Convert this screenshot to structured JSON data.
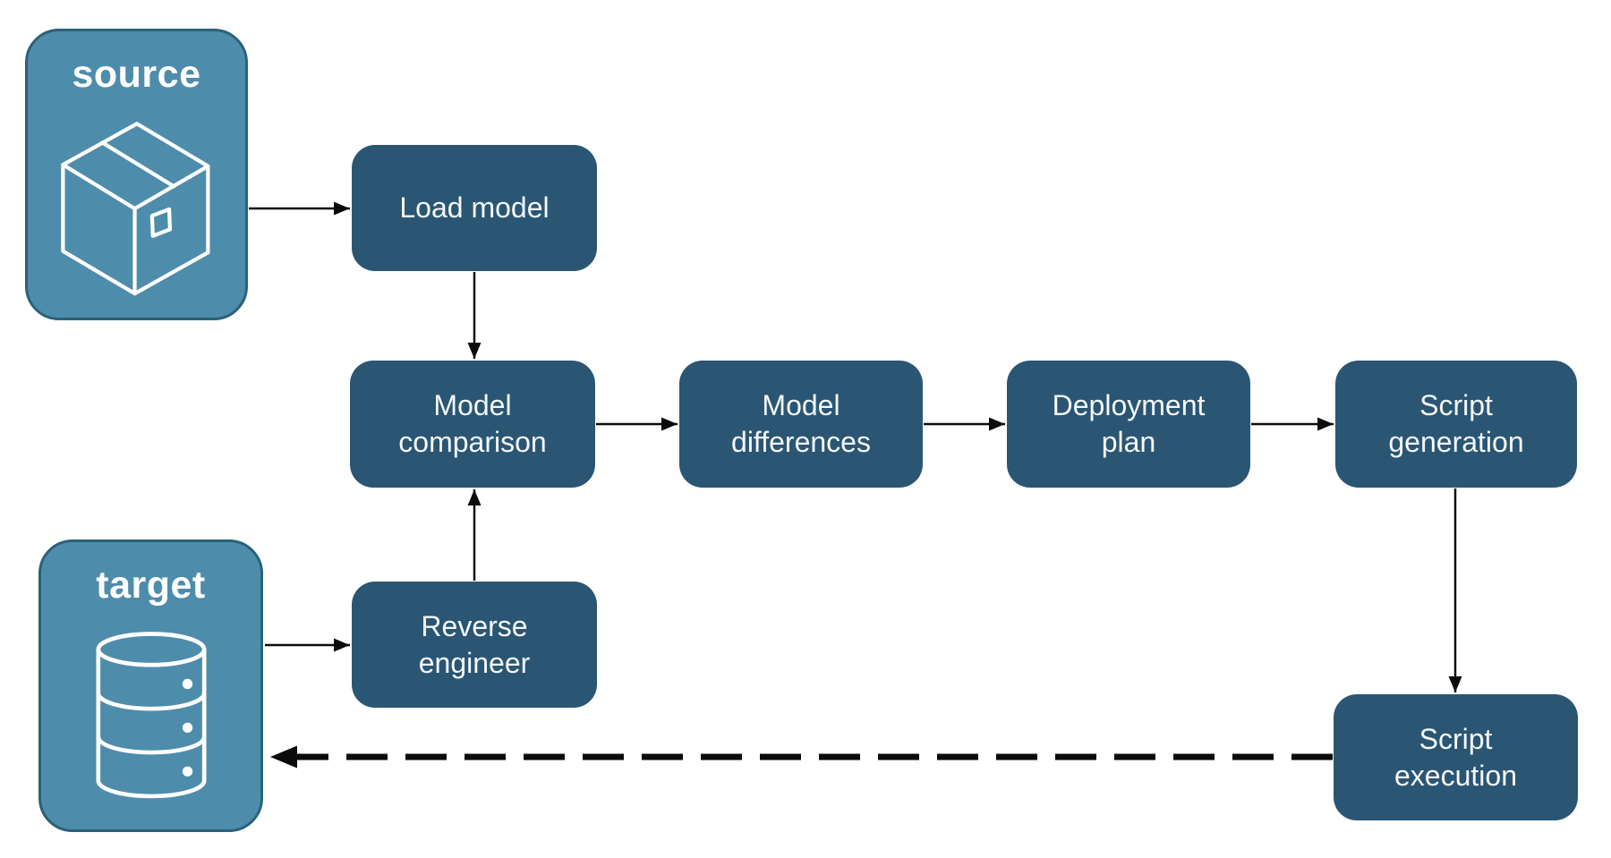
{
  "diagram": {
    "colors": {
      "background": "#FFFFFF",
      "container_fill": "#4E8CAB",
      "container_border": "#2B617A",
      "node_fill": "#2A5674",
      "label_text": "#FFFFFF",
      "connector": "#0B0B0B"
    },
    "containers": [
      {
        "id": "source",
        "label": "source",
        "icon": "package-icon"
      },
      {
        "id": "target",
        "label": "target",
        "icon": "database-icon"
      }
    ],
    "nodes": [
      {
        "id": "load-model",
        "label": "Load model"
      },
      {
        "id": "model-comparison",
        "label": "Model\ncomparison"
      },
      {
        "id": "model-differences",
        "label": "Model\ndifferences"
      },
      {
        "id": "deployment-plan",
        "label": "Deployment\nplan"
      },
      {
        "id": "script-generation",
        "label": "Script\ngeneration"
      },
      {
        "id": "reverse-engineer",
        "label": "Reverse\nengineer"
      },
      {
        "id": "script-execution",
        "label": "Script\nexecution"
      }
    ],
    "edges": [
      {
        "from": "source",
        "to": "load-model",
        "style": "solid"
      },
      {
        "from": "load-model",
        "to": "model-comparison",
        "style": "solid"
      },
      {
        "from": "model-comparison",
        "to": "model-differences",
        "style": "solid"
      },
      {
        "from": "model-differences",
        "to": "deployment-plan",
        "style": "solid"
      },
      {
        "from": "deployment-plan",
        "to": "script-generation",
        "style": "solid"
      },
      {
        "from": "script-generation",
        "to": "script-execution",
        "style": "solid"
      },
      {
        "from": "target",
        "to": "reverse-engineer",
        "style": "solid"
      },
      {
        "from": "reverse-engineer",
        "to": "model-comparison",
        "style": "solid"
      },
      {
        "from": "script-execution",
        "to": "target",
        "style": "dashed"
      }
    ]
  }
}
